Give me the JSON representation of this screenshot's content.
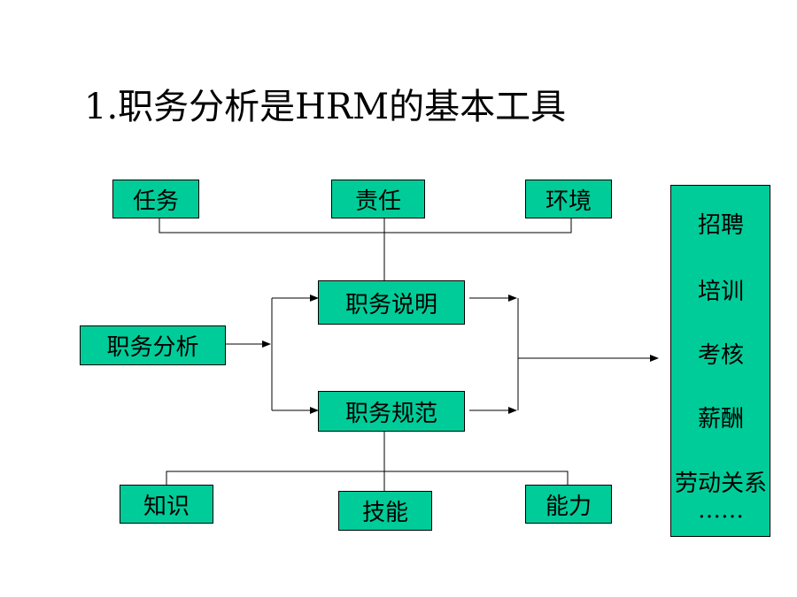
{
  "title": "1.职务分析是HRM的基本工具",
  "boxes": {
    "task": "任务",
    "responsibility": "责任",
    "environment": "环境",
    "job_analysis": "职务分析",
    "job_description": "职务说明",
    "job_specification": "职务规范",
    "knowledge": "知识",
    "skill": "技能",
    "ability": "能力"
  },
  "applications": [
    "招聘",
    "培训",
    "考核",
    "薪酬",
    "劳动关系",
    "……"
  ],
  "colors": {
    "box_fill": "#00cc99",
    "line": "#000000"
  }
}
